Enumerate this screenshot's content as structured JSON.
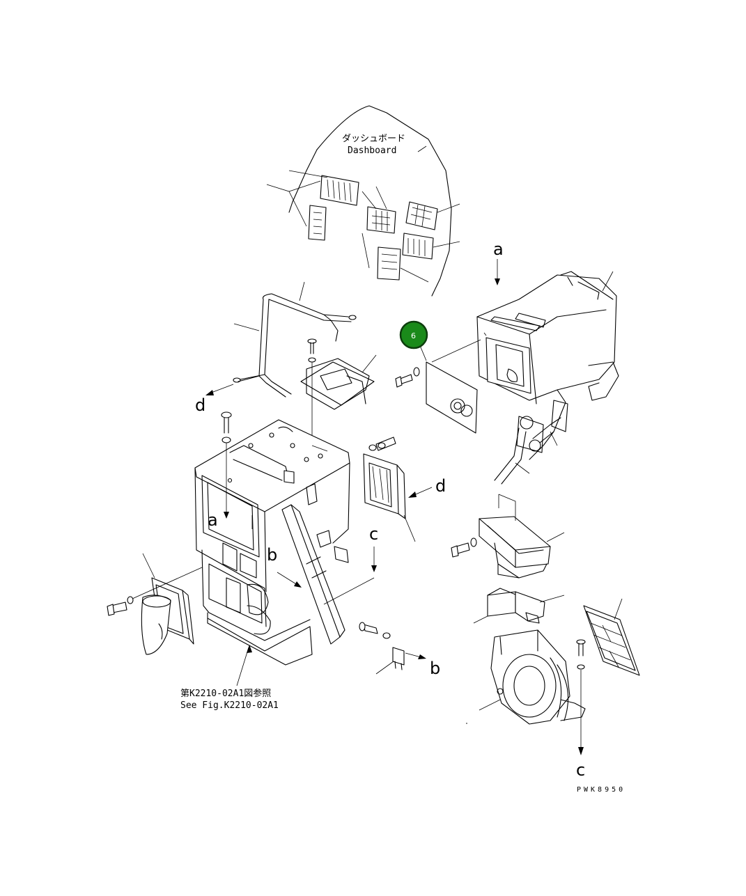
{
  "dashboard": {
    "label_jp": "ダッシュボード",
    "label_en": "Dashboard"
  },
  "arrows": {
    "a_top": "a",
    "a_left": "a",
    "b_mid": "b",
    "b_bottom": "b",
    "c_mid": "c",
    "c_bottom": "c",
    "d_top": "d",
    "d_right": "d"
  },
  "callout": {
    "number": "6",
    "color": "#1a8a1a",
    "border_color": "#0d3d0d"
  },
  "reference": {
    "jp": "第K2210-02A1図参照",
    "en": "See Fig.K2210-02A1"
  },
  "drawing_code": "PWK8950"
}
